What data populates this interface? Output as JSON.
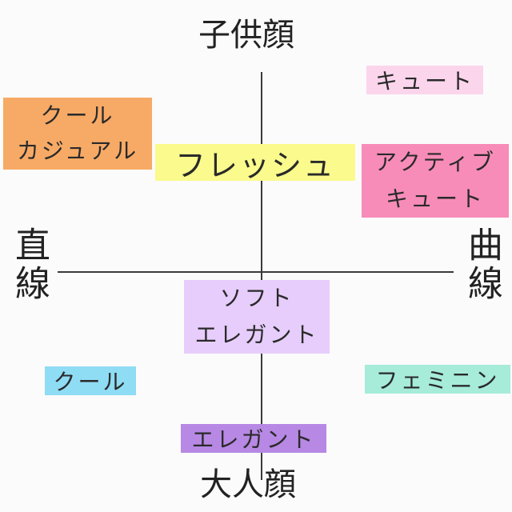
{
  "axes": {
    "top": "子供顔",
    "bottom": "大人顔",
    "left": "直線",
    "right": "曲線"
  },
  "categories": {
    "cute": {
      "label": "キュート",
      "color": "#fbd5ec"
    },
    "cool_casual": {
      "line1": "クール",
      "line2": "カジュアル",
      "color": "#f7aa66"
    },
    "fresh": {
      "label": "フレッシュ",
      "color": "#fafb8c"
    },
    "active_cute": {
      "line1": "アクティブ",
      "line2": "キュート",
      "color": "#f78cb8"
    },
    "soft_elegant": {
      "line1": "ソフト",
      "line2": "エレガント",
      "color": "#e7cdfb"
    },
    "cool": {
      "label": "クール",
      "color": "#8fdcf5"
    },
    "feminine": {
      "label": "フェミニン",
      "color": "#a6ecd9"
    },
    "elegant": {
      "label": "エレガント",
      "color": "#b788e4"
    }
  }
}
